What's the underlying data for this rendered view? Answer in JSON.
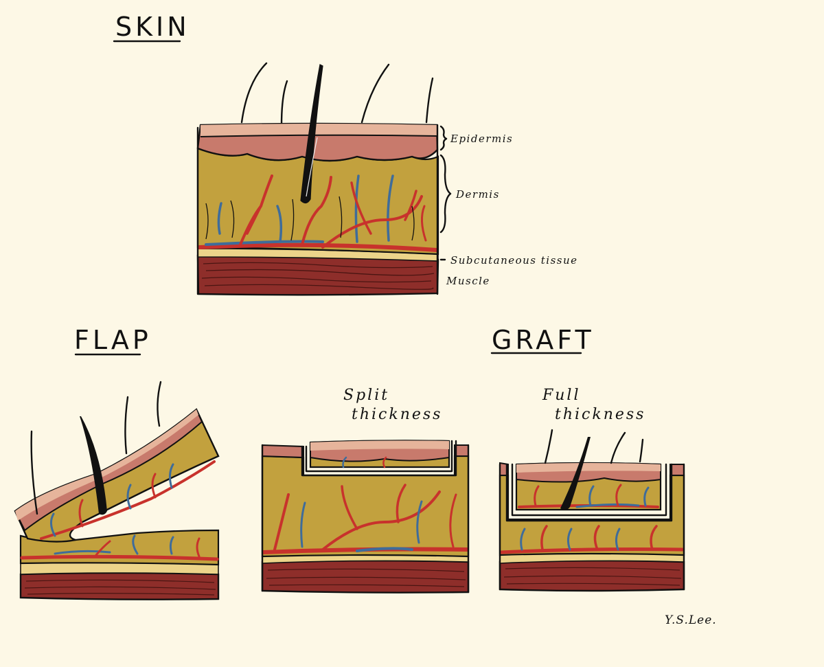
{
  "titles": {
    "skin": "SKIN",
    "flap": "FLAP",
    "graft": "GRAFT"
  },
  "layer_labels": {
    "epidermis": "Epidermis",
    "dermis": "Dermis",
    "subcutaneous": "Subcutaneous tissue",
    "muscle": "Muscle"
  },
  "graft_types": {
    "split_line1": "Split",
    "split_line2": "thickness",
    "full_line1": "Full",
    "full_line2": "thickness"
  },
  "signature": "Y.S.Lee.",
  "colors": {
    "background": "#fdf8e6",
    "epidermis_top": "#e6b49b",
    "epidermis": "#c87a6c",
    "dermis": "#c2a13e",
    "subcutaneous": "#ecd48a",
    "artery": "#c8322c",
    "vein": "#3f6c9a",
    "muscle": "#8e2e2a"
  }
}
